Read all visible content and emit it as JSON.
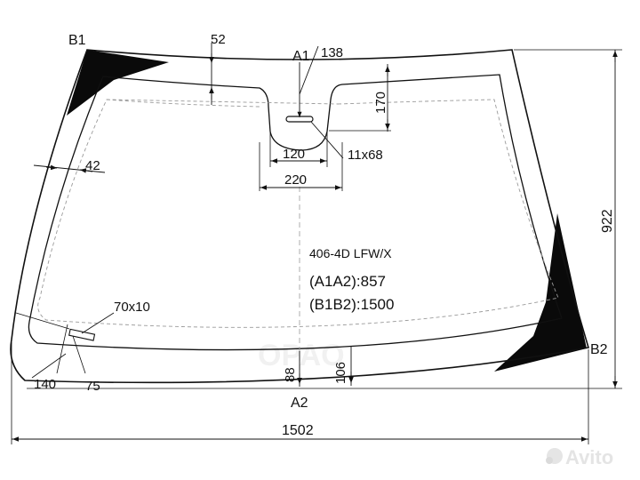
{
  "part_code": "406-4D LFW/X",
  "notes": {
    "a1a2": "(A1A2):857",
    "b1b2": "(B1B2):1500"
  },
  "points": {
    "a1": "A1",
    "a2": "A2",
    "b1": "B1",
    "b2": "B2"
  },
  "dimensions": {
    "top_band": "52",
    "a1_width": "138",
    "notch_depth": "170",
    "notch_inner": "120",
    "notch_outer": "220",
    "sensor_size": "11x68",
    "side_band": "42",
    "vin_window": "70x10",
    "vin_offset": "140",
    "vin_gap": "75",
    "bottom_band_left": "88",
    "bottom_band_right": "106",
    "height": "922",
    "width": "1502"
  },
  "watermark": {
    "ghost": "OPAO",
    "site": "Avito"
  },
  "colors": {
    "line": "#111111",
    "fill_black": "#0a0a0a",
    "dashed": "#9a9a9a",
    "watermark": "#d6d6d6"
  }
}
